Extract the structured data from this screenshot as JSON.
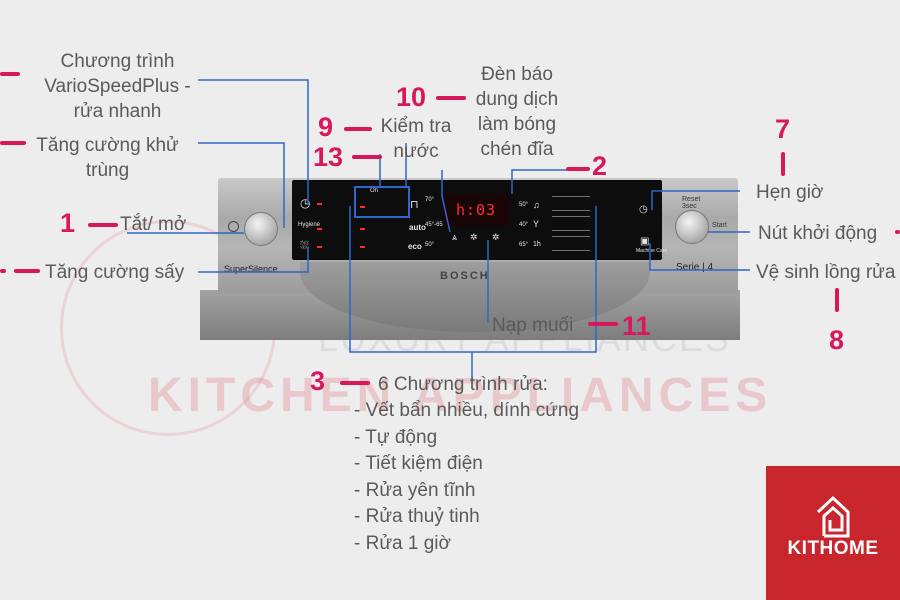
{
  "labels": {
    "variospeed": [
      "Chương trình",
      "VarioSpeedPlus -",
      "rửa nhanh"
    ],
    "hygiene": [
      "Tăng cường khử",
      "trùng"
    ],
    "onoff": "Tắt/ mở",
    "drying": "Tăng cường sấy",
    "water_check": [
      "Kiểm tra",
      "nước"
    ],
    "rinse_aid": [
      "Đèn báo",
      "dung dịch",
      "làm bóng",
      "chén đĩa"
    ],
    "timer": "Hẹn giờ",
    "start": "Nút khởi động",
    "clean": "Vệ sinh lồng rửa",
    "salt": "Nạp muối",
    "programs_title": "6 Chương trình rửa:",
    "programs": [
      "- Vết bẩn nhiều, dính cứng",
      "- Tự động",
      "- Tiết kiệm điện",
      "- Rửa yên tĩnh",
      "- Rửa thuỷ tinh",
      "- Rửa 1 giờ"
    ]
  },
  "numbers": {
    "n1": "1",
    "n2": "2",
    "n3": "3",
    "n7": "7",
    "n8": "8",
    "n9": "9",
    "n10": "10",
    "n11": "11",
    "n13": "13"
  },
  "panel": {
    "display": "h:03",
    "super_silence": "SuperSilence",
    "serie": "Serie | 4",
    "brand": "BOSCH",
    "hygiene": "Hygiene",
    "auto": "auto",
    "auto_temp": "45°-65°",
    "eco": "eco",
    "eco_temp": "50°",
    "temp_70": "70°",
    "temp_50": "50°",
    "temp_40": "40°",
    "temp_65": "65°",
    "one_hour": "1h",
    "start": "Start",
    "reset": "Reset 3sec",
    "machine_care": "Machine Care",
    "on": "On"
  },
  "watermark": {
    "line1": "LUXURY APPLIANCES",
    "line2": "KITCHEN APPLIANCES"
  },
  "logo": {
    "text": "KITHOME"
  },
  "colors": {
    "accent": "#d8175c",
    "callout_line": "#2f66c9",
    "logo_bg": "#c9252c"
  }
}
